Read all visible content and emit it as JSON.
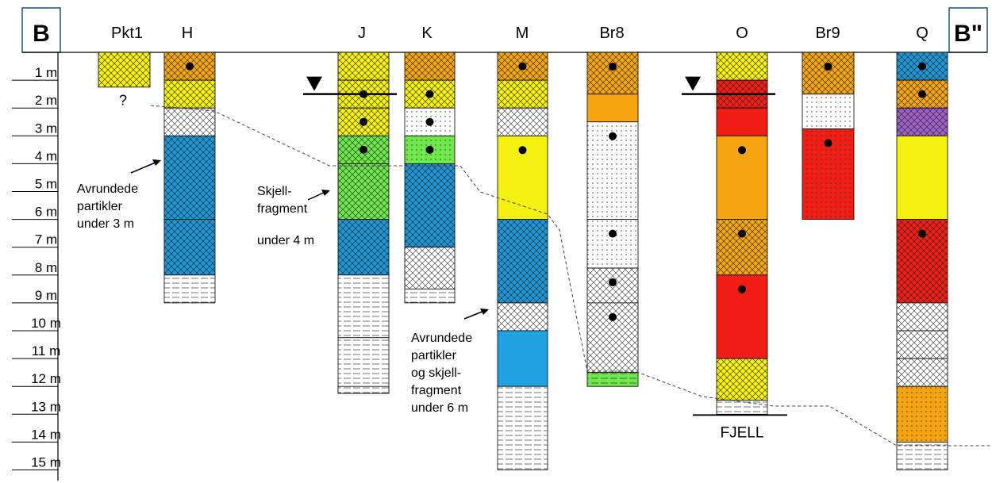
{
  "section": {
    "start_label": "B",
    "end_label": "B\""
  },
  "colors": {
    "orange": "#F5A50F",
    "yellow": "#F4F010",
    "white": "#FFFFFF",
    "blue": "#1E96D4",
    "green": "#6EE84A",
    "red": "#F01E14",
    "purple": "#9C5FC4",
    "light_blue": "#1EA2E2",
    "sand_white": "#FAFAFA"
  },
  "depth_scale": {
    "unit": "m",
    "labels": [
      "1 m",
      "2 m",
      "3 m",
      "4 m",
      "5 m",
      "6 m",
      "7 m",
      "8 m",
      "9 m",
      "10 m",
      "11 m",
      "12 m",
      "13 m",
      "14 m",
      "15 m"
    ]
  },
  "boreholes": [
    {
      "name": "Pkt1",
      "note": "?",
      "layers": [
        {
          "from": 0,
          "to": 1.25,
          "color": "yellow",
          "pattern": "cross"
        }
      ]
    },
    {
      "name": "H",
      "layers": [
        {
          "from": 0,
          "to": 1.0,
          "color": "orange",
          "pattern": "cross",
          "sample": true
        },
        {
          "from": 1.0,
          "to": 2.0,
          "color": "yellow",
          "pattern": "cross"
        },
        {
          "from": 2.0,
          "to": 3.0,
          "color": "white",
          "pattern": "cross"
        },
        {
          "from": 3.0,
          "to": 6.0,
          "color": "blue",
          "pattern": "cross"
        },
        {
          "from": 6.0,
          "to": 8.0,
          "color": "blue",
          "pattern": "cross"
        },
        {
          "from": 8.0,
          "to": 9.0,
          "color": "white",
          "pattern": "dash"
        }
      ]
    },
    {
      "name": "J",
      "water_level": 1.5,
      "layers": [
        {
          "from": 0,
          "to": 1.0,
          "color": "yellow",
          "pattern": "cross"
        },
        {
          "from": 1.0,
          "to": 2.0,
          "color": "yellow",
          "pattern": "cross",
          "sample": true
        },
        {
          "from": 2.0,
          "to": 3.0,
          "color": "yellow",
          "pattern": "cross",
          "sample": true
        },
        {
          "from": 3.0,
          "to": 4.0,
          "color": "green",
          "pattern": "cross",
          "sample": true
        },
        {
          "from": 4.0,
          "to": 6.0,
          "color": "green",
          "pattern": "cross"
        },
        {
          "from": 6.0,
          "to": 8.0,
          "color": "blue",
          "pattern": "cross"
        },
        {
          "from": 8.0,
          "to": 10.25,
          "color": "white",
          "pattern": "dash"
        },
        {
          "from": 10.25,
          "to": 12.25,
          "color": "white",
          "pattern": "dash"
        },
        {
          "from": 12.25,
          "to": 12.0,
          "color": "white",
          "pattern": "dash"
        }
      ]
    },
    {
      "name": "K",
      "layers": [
        {
          "from": 0,
          "to": 1.0,
          "color": "orange",
          "pattern": "cross"
        },
        {
          "from": 1.0,
          "to": 2.0,
          "color": "yellow",
          "pattern": "cross",
          "sample": true
        },
        {
          "from": 2.0,
          "to": 3.0,
          "color": "white",
          "pattern": "dots",
          "sample": true
        },
        {
          "from": 3.0,
          "to": 4.0,
          "color": "green",
          "pattern": "dots",
          "sample": true
        },
        {
          "from": 4.0,
          "to": 7.0,
          "color": "blue",
          "pattern": "cross"
        },
        {
          "from": 7.0,
          "to": 8.5,
          "color": "white",
          "pattern": "cross"
        },
        {
          "from": 8.5,
          "to": 9.0,
          "color": "white",
          "pattern": "dash"
        }
      ]
    },
    {
      "name": "M",
      "layers": [
        {
          "from": 0,
          "to": 1.0,
          "color": "orange",
          "pattern": "cross",
          "sample": true
        },
        {
          "from": 1.0,
          "to": 2.0,
          "color": "yellow",
          "pattern": "cross"
        },
        {
          "from": 2.0,
          "to": 3.0,
          "color": "white",
          "pattern": "cross"
        },
        {
          "from": 3.0,
          "to": 6.0,
          "color": "yellow",
          "pattern": "none",
          "sample": true
        },
        {
          "from": 6.0,
          "to": 9.0,
          "color": "blue",
          "pattern": "cross"
        },
        {
          "from": 9.0,
          "to": 10.0,
          "color": "white",
          "pattern": "cross"
        },
        {
          "from": 10.0,
          "to": 12.0,
          "color": "light_blue",
          "pattern": "none"
        },
        {
          "from": 12.0,
          "to": 15.0,
          "color": "white",
          "pattern": "dash"
        }
      ]
    },
    {
      "name": "Br8",
      "layers": [
        {
          "from": 0,
          "to": 1.5,
          "color": "orange",
          "pattern": "cross",
          "sample": true
        },
        {
          "from": 1.5,
          "to": 2.5,
          "color": "orange",
          "pattern": "none"
        },
        {
          "from": 2.5,
          "to": 6.0,
          "color": "sand_white",
          "pattern": "dots",
          "sample": true
        },
        {
          "from": 6.0,
          "to": 7.75,
          "color": "sand_white",
          "pattern": "dots",
          "sample": true
        },
        {
          "from": 7.75,
          "to": 9.0,
          "color": "white",
          "pattern": "cross",
          "sample": true
        },
        {
          "from": 9.0,
          "to": 11.5,
          "color": "white",
          "pattern": "cross",
          "sample": true
        },
        {
          "from": 11.5,
          "to": 12.0,
          "color": "green",
          "pattern": "dash"
        }
      ]
    },
    {
      "name": "O",
      "water_level": 1.5,
      "bedrock_label": "FJELL",
      "layers": [
        {
          "from": 0,
          "to": 1.0,
          "color": "yellow",
          "pattern": "cross"
        },
        {
          "from": 1.0,
          "to": 2.0,
          "color": "red",
          "pattern": "cross"
        },
        {
          "from": 2.0,
          "to": 3.0,
          "color": "red",
          "pattern": "none"
        },
        {
          "from": 3.0,
          "to": 6.0,
          "color": "orange",
          "pattern": "none",
          "sample": true
        },
        {
          "from": 6.0,
          "to": 8.0,
          "color": "orange",
          "pattern": "cross",
          "sample": true
        },
        {
          "from": 8.0,
          "to": 11.0,
          "color": "red",
          "pattern": "none",
          "sample": true
        },
        {
          "from": 11.0,
          "to": 12.5,
          "color": "yellow",
          "pattern": "cross"
        },
        {
          "from": 12.5,
          "to": 13.0,
          "color": "white",
          "pattern": "dash"
        }
      ]
    },
    {
      "name": "Br9",
      "layers": [
        {
          "from": 0,
          "to": 1.5,
          "color": "orange",
          "pattern": "cross",
          "sample": true
        },
        {
          "from": 1.5,
          "to": 2.75,
          "color": "white",
          "pattern": "dots"
        },
        {
          "from": 2.75,
          "to": 6.0,
          "color": "red",
          "pattern": "dots",
          "sample": true
        }
      ]
    },
    {
      "name": "Q",
      "layers": [
        {
          "from": 0,
          "to": 1.0,
          "color": "blue",
          "pattern": "cross",
          "sample": true
        },
        {
          "from": 1.0,
          "to": 2.0,
          "color": "orange",
          "pattern": "cross",
          "sample": true
        },
        {
          "from": 2.0,
          "to": 3.0,
          "color": "purple",
          "pattern": "cross"
        },
        {
          "from": 3.0,
          "to": 6.0,
          "color": "yellow",
          "pattern": "none"
        },
        {
          "from": 6.0,
          "to": 9.0,
          "color": "red",
          "pattern": "cross",
          "sample": true
        },
        {
          "from": 9.0,
          "to": 10.0,
          "color": "white",
          "pattern": "cross"
        },
        {
          "from": 10.0,
          "to": 11.0,
          "color": "white",
          "pattern": "cross"
        },
        {
          "from": 11.0,
          "to": 12.0,
          "color": "white",
          "pattern": "cross"
        },
        {
          "from": 12.0,
          "to": 14.0,
          "color": "orange",
          "pattern": "dots"
        },
        {
          "from": 14.0,
          "to": 15.0,
          "color": "white",
          "pattern": "dash"
        }
      ]
    }
  ],
  "annotations": [
    {
      "lines": [
        "Avrundede",
        "partikler",
        "under 3 m"
      ]
    },
    {
      "lines": [
        "Skjell-",
        "fragment",
        "under 4 m"
      ]
    },
    {
      "lines": [
        "Avrundede",
        "partikler",
        "og skjell-",
        "fragment",
        "under 6 m"
      ]
    }
  ]
}
